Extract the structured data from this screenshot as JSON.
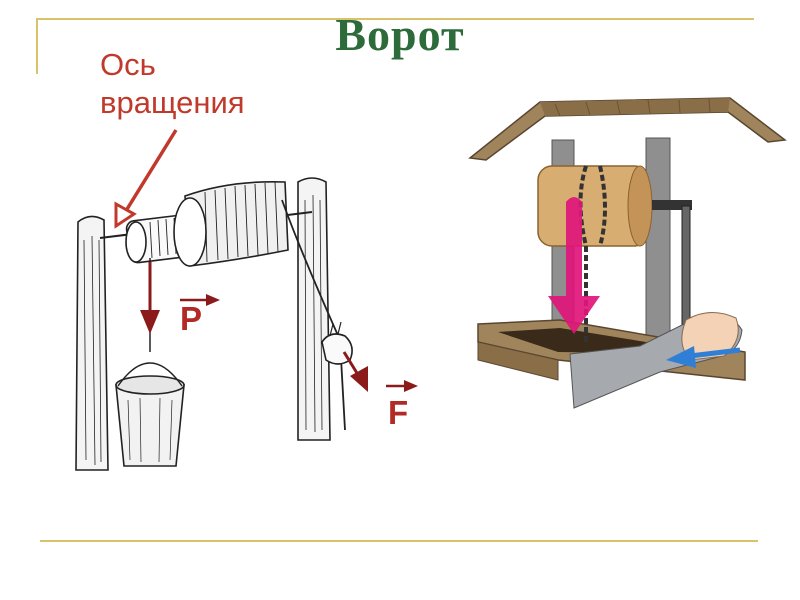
{
  "title": "Ворот",
  "axis_label": {
    "line1": "Ось",
    "line2": "вращения"
  },
  "forces": {
    "p": "P",
    "f": "F"
  },
  "colors": {
    "title": "#2d6b3a",
    "axis_label": "#c0392b",
    "force": "#b22a25",
    "rule": "#d9c36a",
    "pink_arrow": "#e0167a",
    "blue_arrow": "#2f7fd6"
  }
}
